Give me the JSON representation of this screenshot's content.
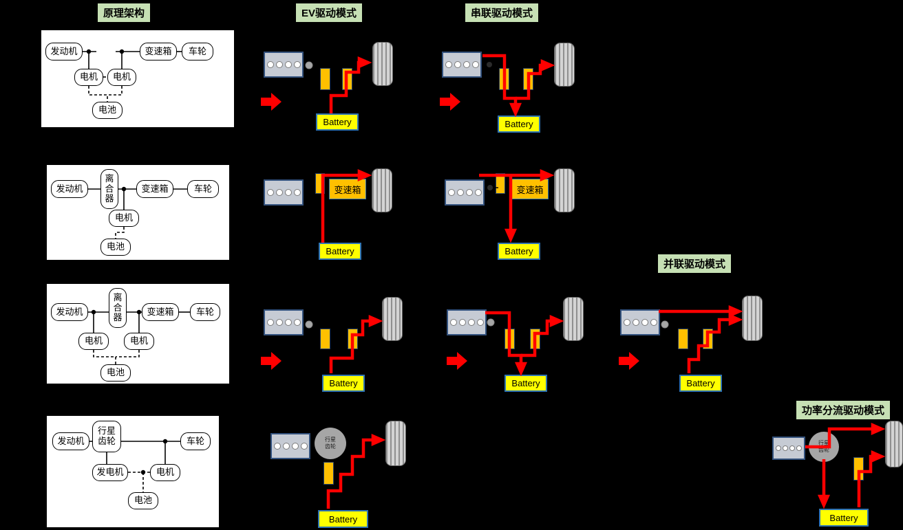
{
  "headers": {
    "architecture": "原理架构",
    "ev_mode": "EV驱动模式",
    "series_mode": "串联驱动模式",
    "parallel_mode": "并联驱动模式",
    "power_split_mode": "功率分流驱动模式"
  },
  "labels": {
    "engine": "发动机",
    "motor": "电机",
    "generator": "发电机",
    "battery_cn": "电池",
    "battery_en": "Battery",
    "gearbox": "变速箱",
    "wheel": "车轮",
    "clutch": "离合器",
    "planetary_gear": "行星齿轮"
  },
  "colors": {
    "background": "#000000",
    "header_bg": "#C6E0B4",
    "panel_bg": "#FFFFFF",
    "motor_fill": "#FFC000",
    "battery_fill": "#FFFF00",
    "flow_arrow": "#FF0000",
    "engine_border": "#33527E",
    "wheel_fill": "#BFBFBF"
  }
}
